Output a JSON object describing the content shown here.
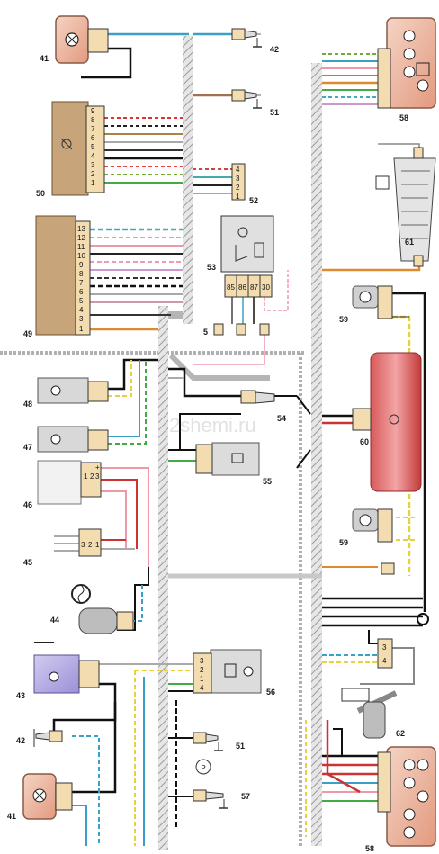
{
  "watermark": "2shemi.ru",
  "components": {
    "c41_top": "41",
    "c42_top": "42",
    "c51_top": "51",
    "c58_top": "58",
    "c50": "50",
    "c52": "52",
    "c49": "49",
    "c53": "53",
    "c61": "61",
    "c5": "5",
    "c59_top": "59",
    "c48": "48",
    "c54": "54",
    "c60": "60",
    "c47": "47",
    "c55": "55",
    "c46": "46",
    "c45": "45",
    "c59_bot": "59",
    "c44": "44",
    "c43": "43",
    "c56": "56",
    "c62": "62",
    "c42_bot": "42",
    "c51_bot": "51",
    "c57": "57",
    "c41_bot": "41",
    "c58_bot": "58"
  },
  "pins": {
    "c50": [
      "9",
      "8",
      "7",
      "6",
      "5",
      "4",
      "3",
      "2",
      "1"
    ],
    "c52": [
      "4",
      "3",
      "2",
      "1"
    ],
    "c49": [
      "13",
      "12",
      "11",
      "10",
      "9",
      "8",
      "7",
      "6",
      "5",
      "4",
      "3",
      "1"
    ],
    "c53": [
      "85",
      "86",
      "87",
      "30"
    ],
    "c46": [
      "1",
      "2",
      "3",
      "+"
    ],
    "c45": [
      "3",
      "2",
      "1"
    ],
    "c56": [
      "3",
      "2",
      "1",
      "4"
    ],
    "c_right": [
      "3",
      "4"
    ]
  },
  "symbols": {
    "parking": "P"
  }
}
